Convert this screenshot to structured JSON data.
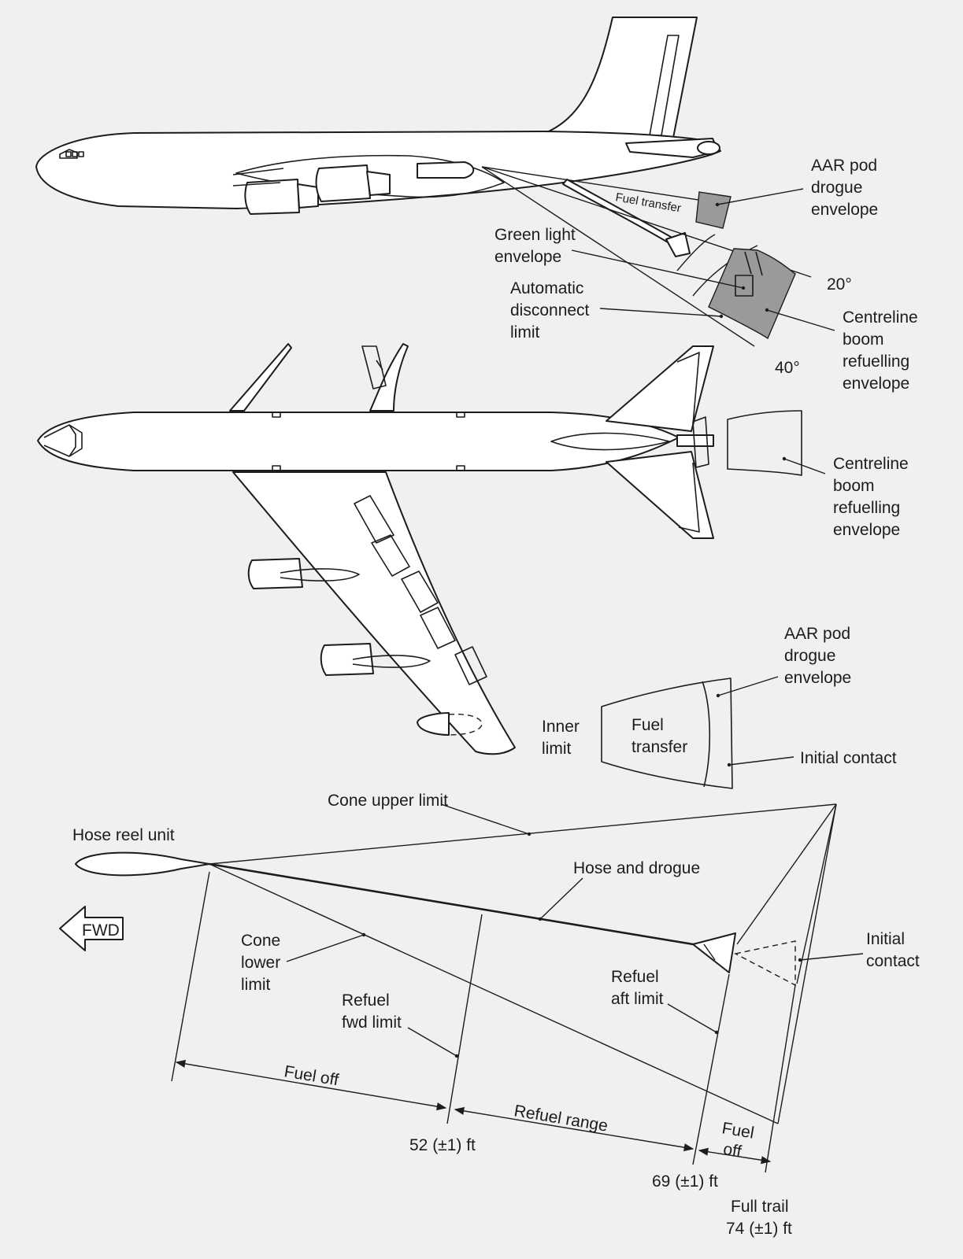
{
  "side_view": {
    "fuel_transfer": "Fuel transfer",
    "aar_pod": [
      "AAR pod",
      "drogue",
      "envelope"
    ],
    "green_light": [
      "Green light",
      "envelope"
    ],
    "auto_disconnect": [
      "Automatic",
      "disconnect",
      "limit"
    ],
    "angle_20": "20°",
    "angle_40": "40°",
    "centreline": [
      "Centreline",
      "boom",
      "refuelling",
      "envelope"
    ]
  },
  "top_view": {
    "centreline": [
      "Centreline",
      "boom",
      "refuelling",
      "envelope"
    ],
    "aar_pod": [
      "AAR pod",
      "drogue",
      "envelope"
    ],
    "inner_limit": [
      "Inner",
      "limit"
    ],
    "fuel_transfer": [
      "Fuel",
      "transfer"
    ],
    "initial_contact": "Initial contact"
  },
  "hose_view": {
    "cone_upper": "Cone upper limit",
    "hose_reel": "Hose reel unit",
    "hose_drogue": "Hose and drogue",
    "fwd": "FWD",
    "cone_lower": [
      "Cone",
      "lower",
      "limit"
    ],
    "initial_contact": [
      "Initial",
      "contact"
    ],
    "refuel_aft": [
      "Refuel",
      "aft limit"
    ],
    "refuel_fwd": [
      "Refuel",
      "fwd limit"
    ],
    "fuel_off": "Fuel off",
    "refuel_range": "Refuel range",
    "fuel_off_short": [
      "Fuel",
      "off"
    ],
    "dist_52": "52 (±1) ft",
    "dist_69": "69 (±1) ft",
    "full_trail": [
      "Full trail",
      "74 (±1) ft"
    ]
  },
  "colors": {
    "line": "#1c1c1c",
    "shade": "#9a9a9a",
    "background": "#f0f0f0"
  }
}
